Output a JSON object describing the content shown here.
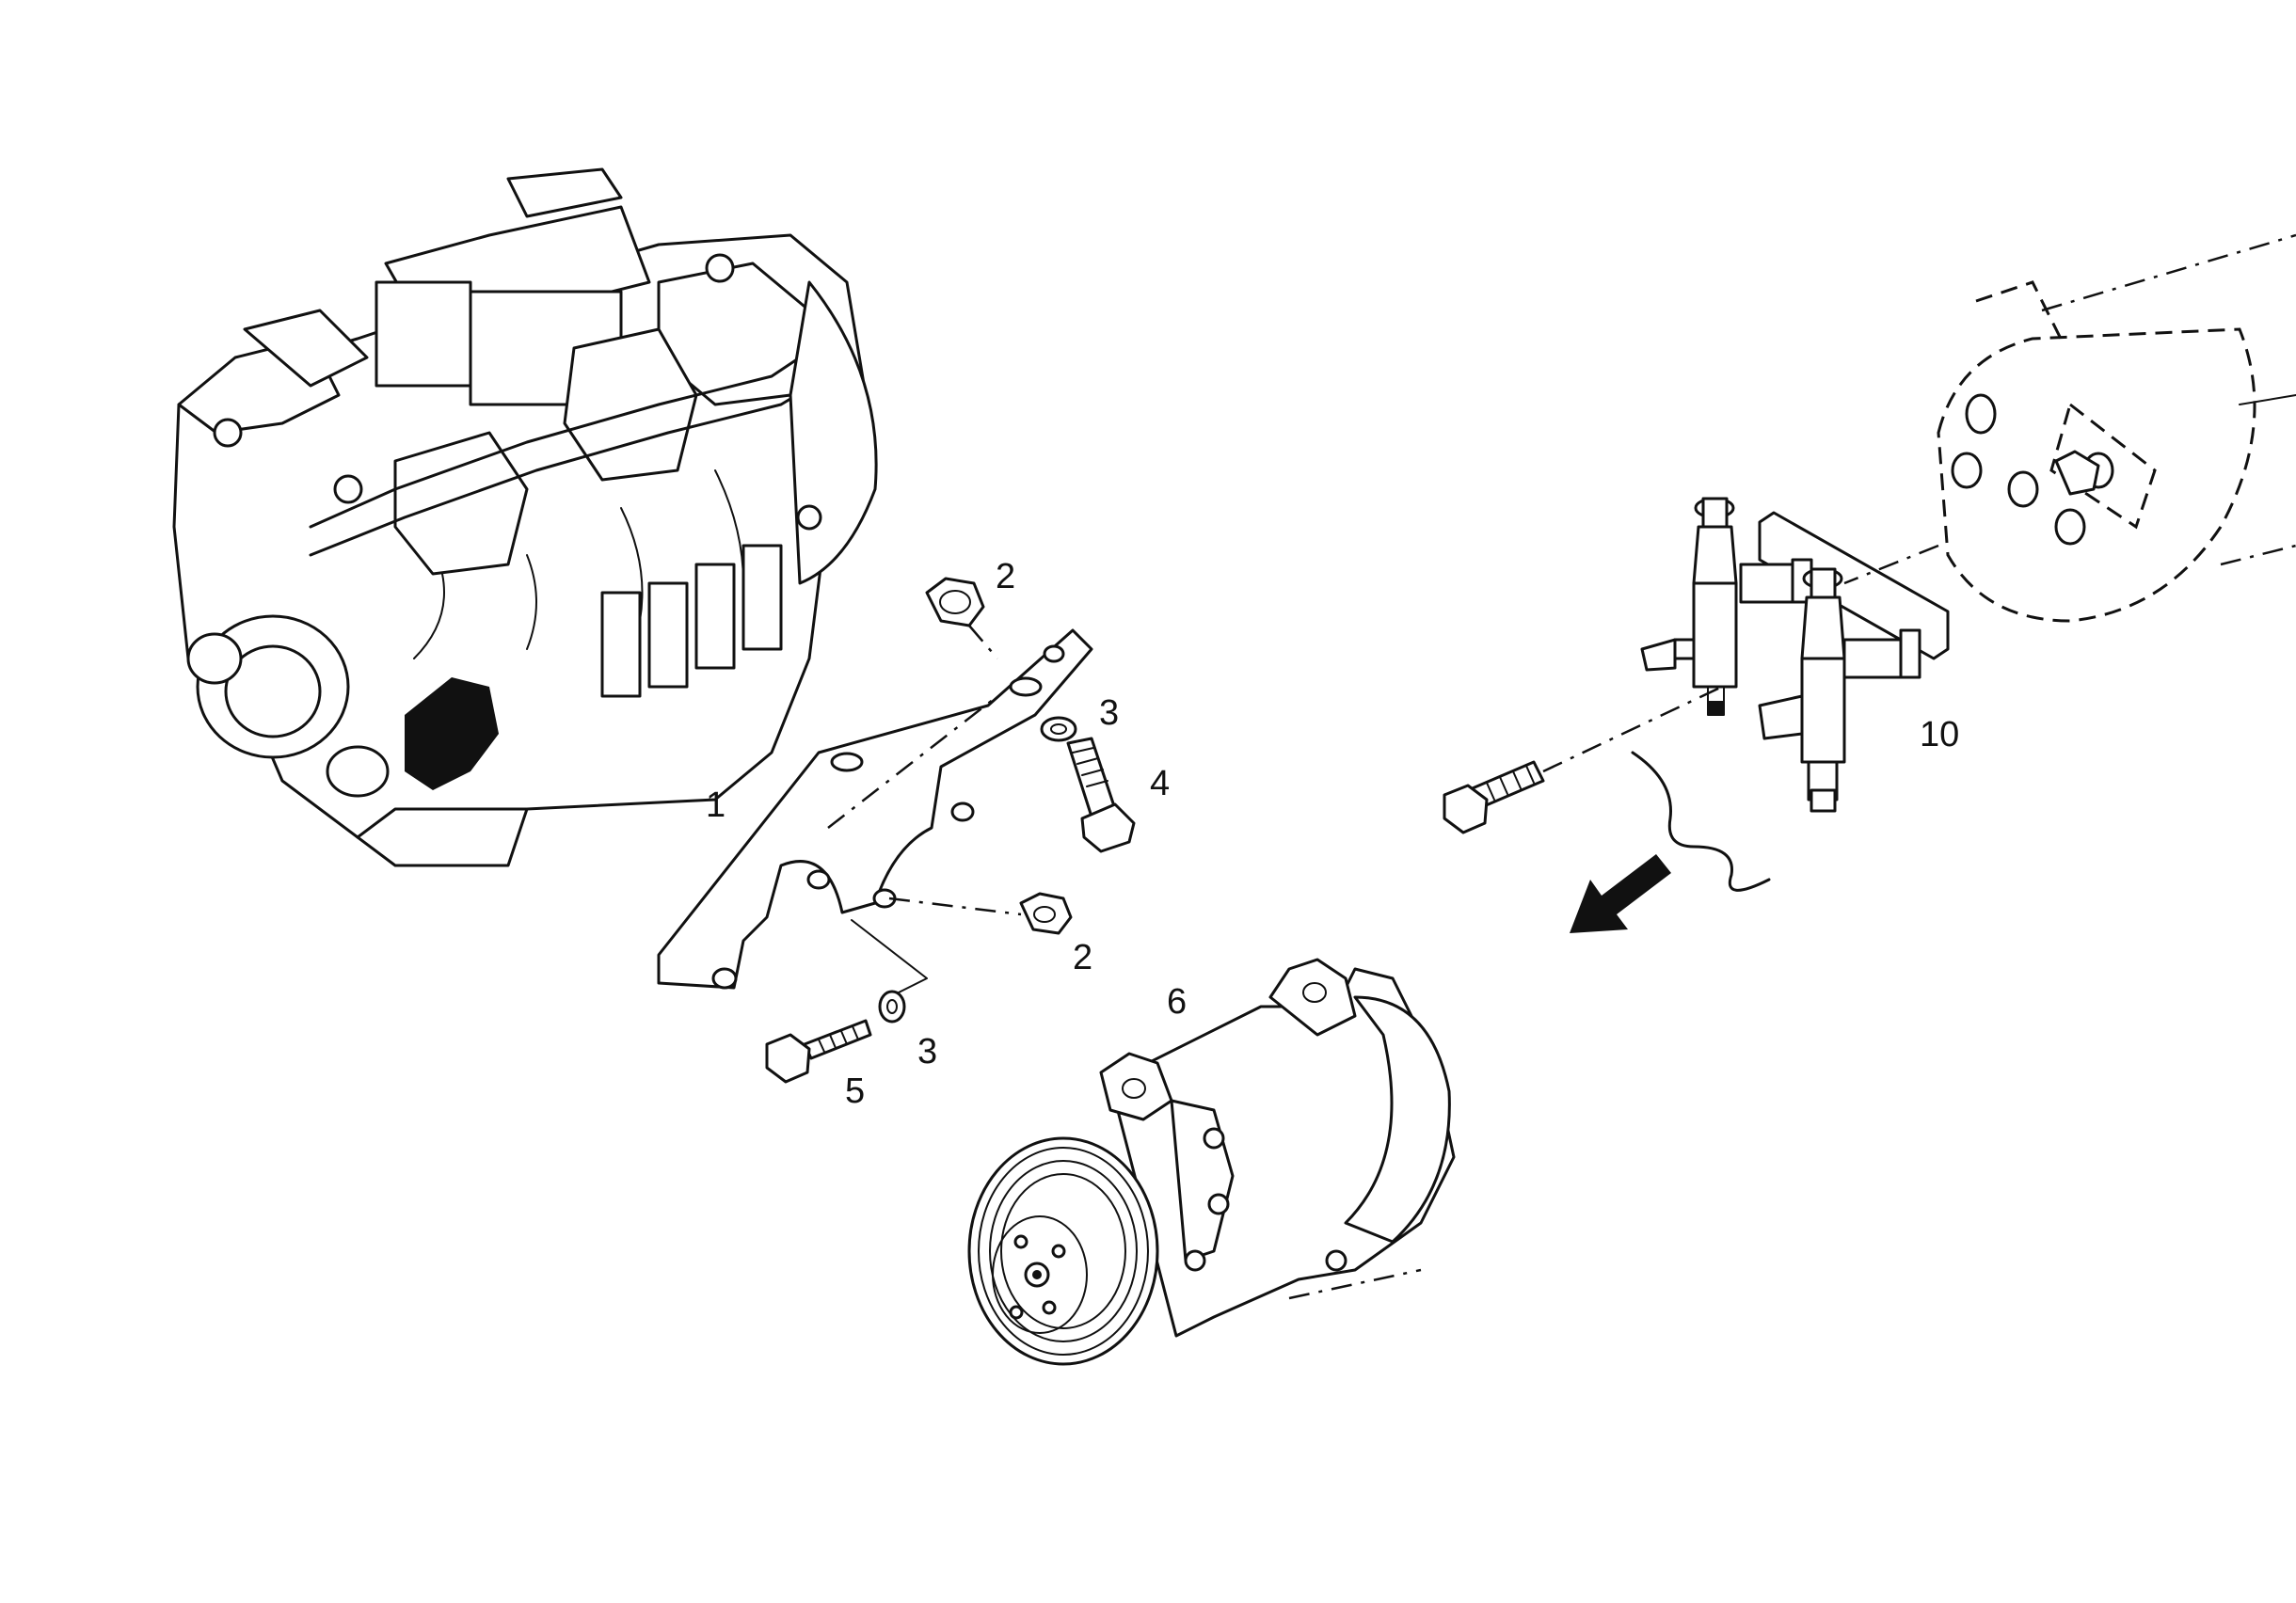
{
  "callouts": {
    "bracket": "1",
    "nut_top": "2",
    "washer_top": "3",
    "bolt_top": "4",
    "nut_lower": "2",
    "washer_lower": "3",
    "bolt_lower": "5",
    "compressor": "6",
    "valve_block": "10"
  }
}
